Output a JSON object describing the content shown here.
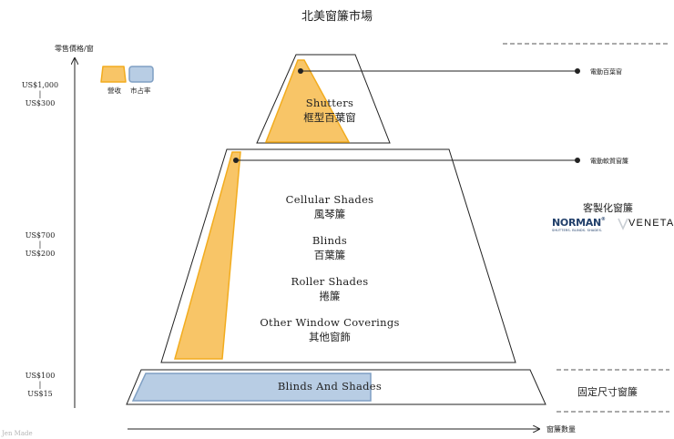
{
  "title": "北美窗簾市場",
  "y_axis_label": "零售價格/窗",
  "x_axis_label": "窗簾數量",
  "legend": {
    "revenue": {
      "label": "營收",
      "color": "#f8c567",
      "stroke": "#f2ac1e"
    },
    "share": {
      "label": "市占率",
      "color": "#b8cde4",
      "stroke": "#7f9fc3"
    }
  },
  "price_bands": [
    {
      "high": "US$1,000",
      "low": "US$300"
    },
    {
      "high": "US$700",
      "low": "US$200"
    },
    {
      "high": "US$100",
      "low": "US$15"
    }
  ],
  "segments": {
    "top": {
      "en": "Shutters",
      "zh": "框型百葉窗"
    },
    "middle": [
      {
        "en": "Cellular Shades",
        "zh": "風琴簾"
      },
      {
        "en": "Blinds",
        "zh": "百葉簾"
      },
      {
        "en": "Roller Shades",
        "zh": "捲簾"
      },
      {
        "en": "Other Window Coverings",
        "zh": "其他窗飾"
      }
    ],
    "bottom": {
      "en": "Blinds And Shades"
    }
  },
  "callouts": [
    "電動百葉窗",
    "電動軟質窗簾"
  ],
  "side_labels": {
    "custom": "客製化窗簾",
    "fixed": "固定尺寸窗簾"
  },
  "brands": {
    "norman": {
      "name": "NORMAN",
      "mark": "®",
      "tagline": "SHUTTERS. BLINDS. SHADES."
    },
    "veneta": {
      "name": "VENETA"
    }
  },
  "credit": "Jen Made"
}
